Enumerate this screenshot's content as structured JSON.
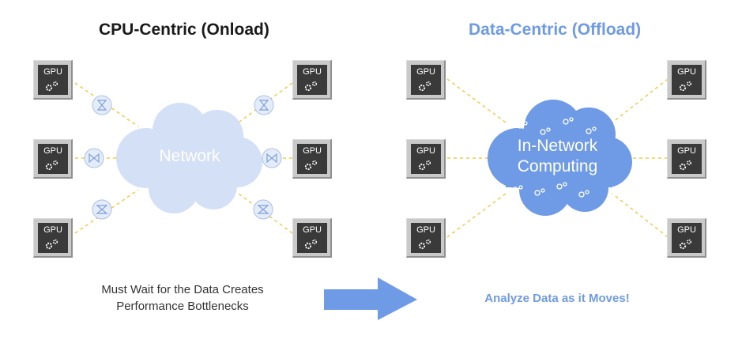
{
  "left": {
    "title": "CPU-Centric (Onload)",
    "cloud_label": "Network",
    "caption_line1": "Must Wait for the Data Creates",
    "caption_line2": "Performance Bottlenecks"
  },
  "right": {
    "title": "Data-Centric (Offload)",
    "cloud_label_line1": "In-Network",
    "cloud_label_line2": "Computing",
    "caption": "Analyze Data as it Moves!"
  },
  "gpu_label": "GPU",
  "colors": {
    "accent_blue": "#6f9be6",
    "light_cloud": "#d3e0f5",
    "dark_cloud": "#6f9be6",
    "connector": "#f5c94a",
    "gpu_dark": "#3a3a3a",
    "gpu_frame": "#c9c9c9"
  },
  "icons": [
    "gpu-chip-icon",
    "gears-icon",
    "hourglass-icon",
    "cloud-icon",
    "right-arrow-icon"
  ]
}
